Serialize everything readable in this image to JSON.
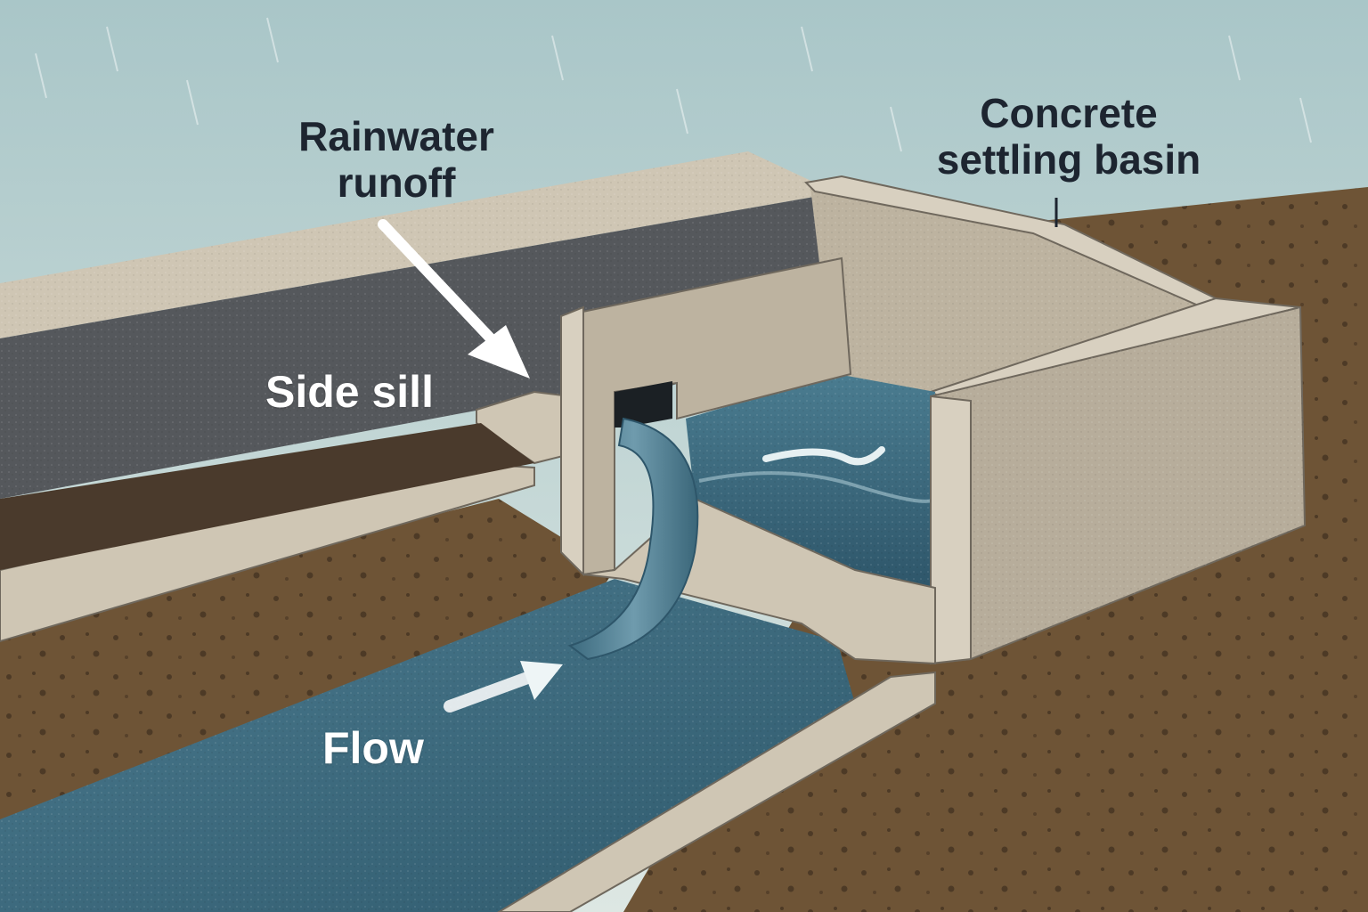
{
  "labels": {
    "rainwater_runoff": {
      "line1": "Rainwater",
      "line2": "runoff"
    },
    "concrete_settling_basin": {
      "line1": "Concrete",
      "line2": "settling basin"
    },
    "side_sill": "Side sill",
    "flow": "Flow"
  },
  "colors": {
    "sky": "#cfe0e0",
    "concrete_light": "#cfc6b4",
    "concrete_mid": "#bdb3a0",
    "concrete_dark": "#8f877a",
    "channel_wall": "#55585c",
    "water": "#3f6d82",
    "water_light": "#5f8fa3",
    "soil": "#6e5436",
    "soil_dark": "#4d3a26",
    "label_dark": "#1d2530",
    "label_light": "#ffffff"
  }
}
